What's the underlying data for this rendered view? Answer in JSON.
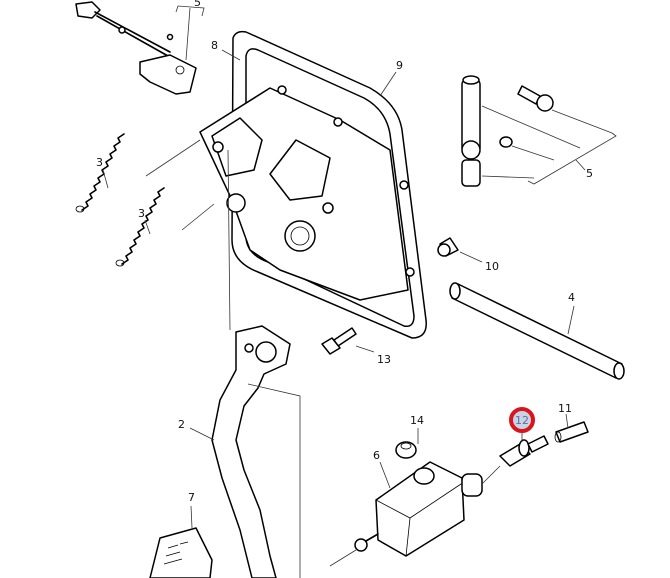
{
  "diagram": {
    "callouts": {
      "c5_top": "5",
      "c8": "8",
      "c9": "9",
      "c3_a": "3",
      "c3_b": "3",
      "c5_right": "5",
      "c10": "10",
      "c4": "4",
      "c13": "13",
      "c14": "14",
      "c11": "11",
      "c12": "12",
      "c6": "6",
      "c2": "2",
      "c7": "7"
    },
    "highlight_color": "#d9141b",
    "highlight_fill": "#c9d3e6"
  }
}
